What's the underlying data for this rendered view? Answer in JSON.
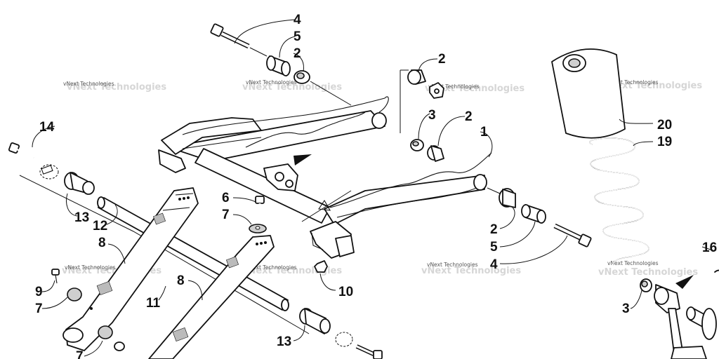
{
  "diagram": {
    "watermark_text": "vNext Technologies",
    "callouts": {
      "c1": "1",
      "c2a": "2",
      "c2b": "2",
      "c2c": "2",
      "c2d": "2",
      "c3a": "3",
      "c3b": "3",
      "c4a": "4",
      "c4b": "4",
      "c5a": "5",
      "c5b": "5",
      "c6": "6",
      "c7a": "7",
      "c7b": "7",
      "c7c": "7",
      "c8a": "8",
      "c8b": "8",
      "c9": "9",
      "c10": "10",
      "c11": "11",
      "c12": "12",
      "c13a": "13",
      "c13b": "13",
      "c14": "14",
      "c16": "16",
      "c19": "19",
      "c20": "20"
    }
  }
}
